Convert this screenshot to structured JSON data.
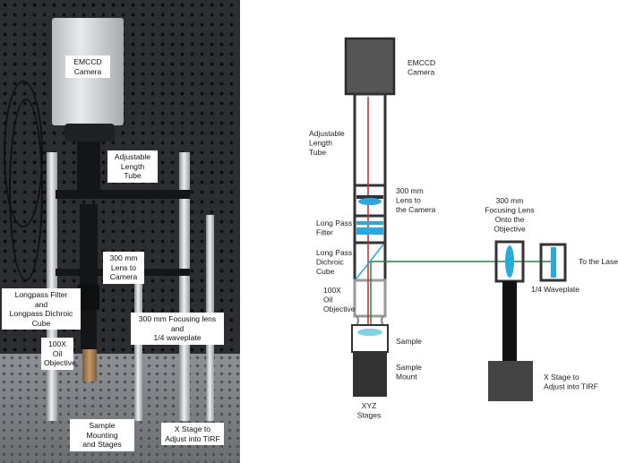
{
  "photo_labels": {
    "emccd": [
      "EMCCD",
      "Camera"
    ],
    "tube": [
      "Adjustable",
      "Length",
      "Tube"
    ],
    "lens300": [
      "300 mm",
      "Lens to",
      "Camera"
    ],
    "longpass": [
      "Longpass Filter",
      "and",
      "Longpass Dichroic Cube"
    ],
    "focusing": [
      "300 mm Focusing lens",
      "and",
      "1/4 waveplate"
    ],
    "oil": [
      "100X",
      "Oil",
      "Objective"
    ],
    "mounting": [
      "Sample Mounting",
      "and Stages"
    ],
    "xstage": [
      "X Stage to",
      "Adjust into TIRF"
    ]
  },
  "diagram_labels": {
    "emccd": [
      "EMCCD",
      "Camera"
    ],
    "tube": [
      "Adjustable",
      "Length",
      "Tube"
    ],
    "lens_camera": [
      "300 mm",
      "Lens to",
      "the Camera"
    ],
    "lp_filter": [
      "Long Pass",
      "Filter"
    ],
    "dichroic": [
      "Long Pass",
      "Dichroic",
      "Cube"
    ],
    "objective": [
      "100X",
      "Oil",
      "Objective"
    ],
    "sample": [
      "Sample"
    ],
    "sample_mount": [
      "Sample",
      "Mount"
    ],
    "xyz": [
      "XYZ",
      "Stages"
    ],
    "focusing": [
      "300 mm",
      "Focusing Lens",
      "Onto the",
      "Objective"
    ],
    "waveplate": [
      "1/4 Waveplate"
    ],
    "laser": [
      "To the Laser"
    ],
    "xstage": [
      "X Stage to",
      "Adjust into TIRF"
    ]
  },
  "colors": {
    "lens": "#2aa8e0",
    "laser_beam": "#1f8a3a",
    "emission_beam": "#c4262e",
    "housing": "#333333",
    "camera": "#555555"
  }
}
